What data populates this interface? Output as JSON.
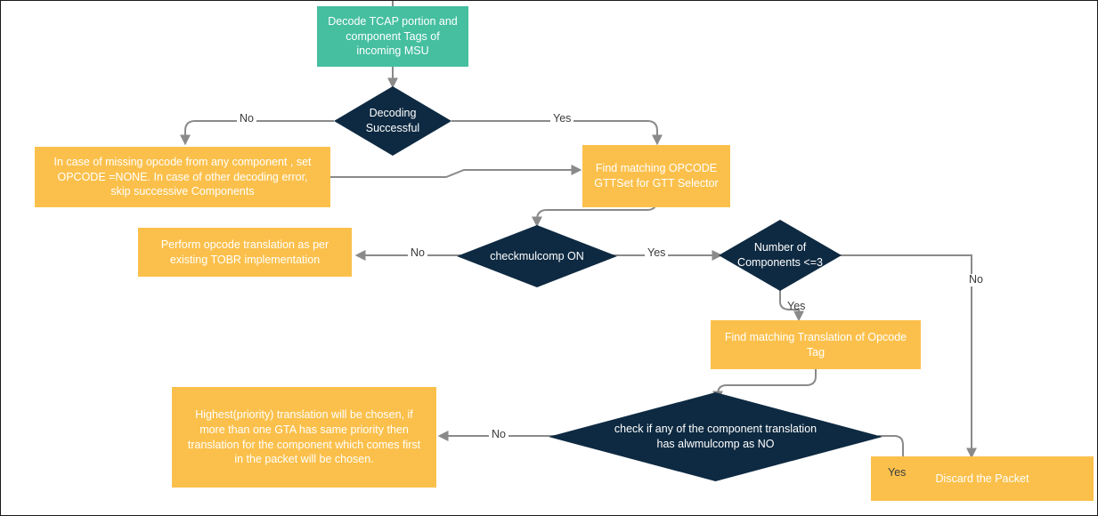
{
  "diagram": {
    "title": "TCAP Opcode Translation Flowchart",
    "colors": {
      "start_fill": "#45bfa0",
      "process_fill": "#fbc04b",
      "decision_fill": "#0e2a42",
      "edge_stroke": "#8a8a8a",
      "text_light": "#ffffff",
      "label_text": "#3b3b3b",
      "border": "#1a1a1a",
      "background": "#ffffff"
    },
    "nodes": [
      {
        "id": "decode",
        "type": "process",
        "shape": "rectangle",
        "fill": "#45bfa0",
        "text": "Decode TCAP portion and\ncomponent Tags of\nincoming MSU"
      },
      {
        "id": "decoding-successful",
        "type": "decision",
        "shape": "diamond",
        "fill": "#0e2a42",
        "text": "Decoding\nSuccessful"
      },
      {
        "id": "missing-opcode",
        "type": "process",
        "shape": "rectangle",
        "fill": "#fbc04b",
        "text": "In case of missing opcode from any component , set\nOPCODE =NONE. In case of other decoding error,\nskip successive Components"
      },
      {
        "id": "find-opcode-gttset",
        "type": "process",
        "shape": "rectangle",
        "fill": "#fbc04b",
        "text": "Find matching OPCODE\nGTTSet for GTT Selector"
      },
      {
        "id": "perform-opcode-translation",
        "type": "process",
        "shape": "rectangle",
        "fill": "#fbc04b",
        "text": "Perform opcode translation as per\nexisting TOBR implementation"
      },
      {
        "id": "checkmulcomp-on",
        "type": "decision",
        "shape": "diamond",
        "fill": "#0e2a42",
        "text": "checkmulcomp ON"
      },
      {
        "id": "number-of-components",
        "type": "decision",
        "shape": "diamond",
        "fill": "#0e2a42",
        "text": "Number of\nComponents  <=3"
      },
      {
        "id": "find-translation-opcode-tag",
        "type": "process",
        "shape": "rectangle",
        "fill": "#fbc04b",
        "text": "Find matching Translation of Opcode\nTag"
      },
      {
        "id": "check-alwmulcomp",
        "type": "decision",
        "shape": "diamond",
        "fill": "#0e2a42",
        "text": "check if any of the component translation\nhas alwmulcomp as NO"
      },
      {
        "id": "highest-priority",
        "type": "process",
        "shape": "rectangle",
        "fill": "#fbc04b",
        "text": "Highest(priority) translation will be chosen, if\nmore than one GTA has same priority then\ntranslation for the component which comes first\nin the packet will be chosen."
      },
      {
        "id": "discard-packet",
        "type": "process",
        "shape": "rectangle",
        "fill": "#fbc04b",
        "text": "Discard the Packet"
      }
    ],
    "edge_labels": [
      {
        "id": "decoding-no",
        "text": "No"
      },
      {
        "id": "decoding-yes",
        "text": "Yes"
      },
      {
        "id": "checkmulcomp-no",
        "text": "No"
      },
      {
        "id": "checkmulcomp-yes",
        "text": "Yes"
      },
      {
        "id": "components-yes",
        "text": "Yes"
      },
      {
        "id": "components-no",
        "text": "No"
      },
      {
        "id": "alwmulcomp-no",
        "text": "No"
      },
      {
        "id": "alwmulcomp-yes",
        "text": "Yes"
      }
    ]
  }
}
